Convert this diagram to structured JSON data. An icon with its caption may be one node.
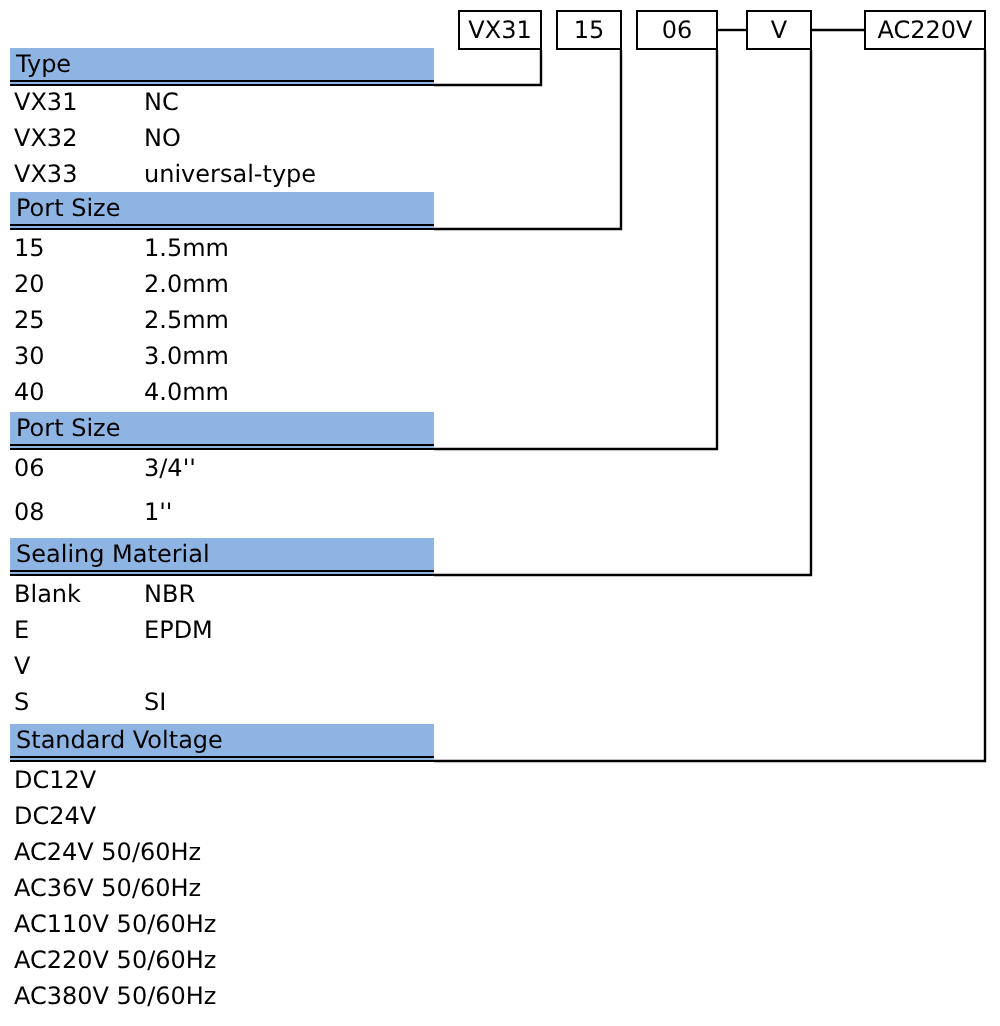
{
  "diagram": {
    "nodes": [
      {
        "text": [
          "VX31"
        ]
      },
      {
        "text": [
          "15"
        ]
      },
      {
        "text": [
          "06"
        ]
      },
      {
        "text": [
          "V"
        ]
      },
      {
        "text": [
          "AC220V"
        ]
      },
      {
        "text": [
          "Type"
        ]
      },
      {
        "text": [
          "Port Size"
        ]
      },
      {
        "text": [
          "Port Size"
        ]
      },
      {
        "text": [
          "Sealing Material"
        ]
      },
      {
        "text": [
          "Standard Voltage"
        ]
      }
    ],
    "edges": [
      {
        "from": 0,
        "to": 5,
        "arrow": "none"
      },
      {
        "from": 1,
        "to": 6,
        "arrow": "none"
      },
      {
        "from": 2,
        "to": 7,
        "arrow": "none"
      },
      {
        "from": 3,
        "to": 8,
        "arrow": "none"
      },
      {
        "from": 4,
        "to": 9,
        "arrow": "none"
      },
      {
        "from": 2,
        "to": 3,
        "arrow": "none"
      },
      {
        "from": 3,
        "to": 4,
        "arrow": "none"
      }
    ],
    "labels": [
      "VX31",
      "NC",
      "VX32",
      "NO",
      "VX33",
      "universal-type",
      "15",
      "1.5mm",
      "20",
      "2.0mm",
      "25",
      "2.5mm",
      "30",
      "3.0mm",
      "40",
      "4.0mm",
      "06",
      "3/4''",
      "08",
      "1''",
      "Blank",
      "NBR",
      "E",
      "EPDM",
      "V",
      "S",
      "SI",
      "DC12V",
      "DC24V",
      "AC24V 50/60Hz",
      "AC36V 50/60Hz",
      "AC110V 50/60Hz",
      "AC220V 50/60Hz",
      "AC380V 50/60Hz"
    ]
  }
}
